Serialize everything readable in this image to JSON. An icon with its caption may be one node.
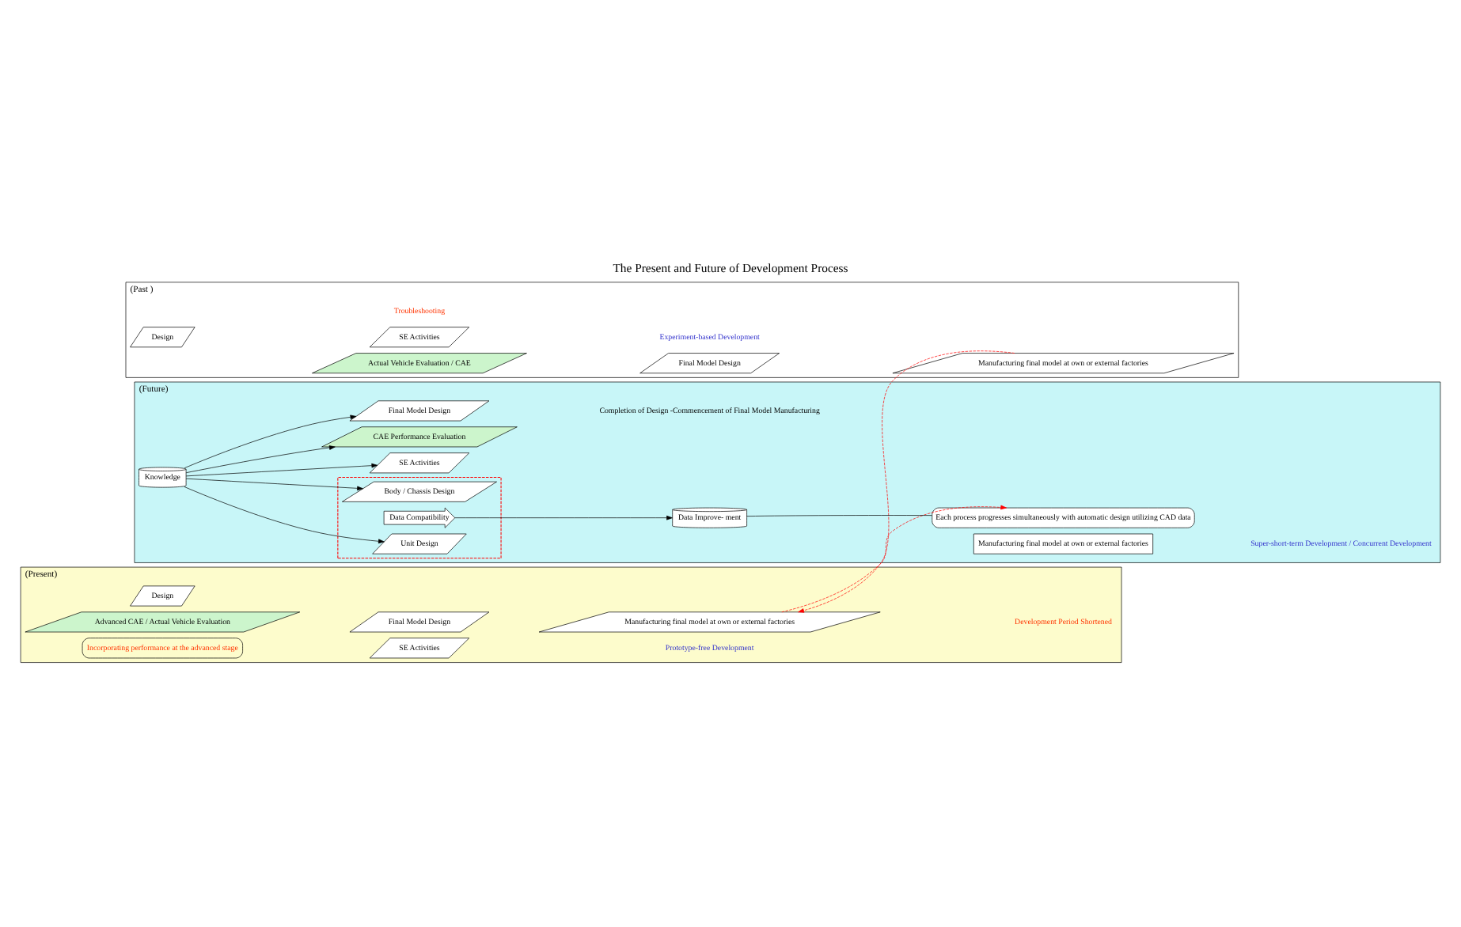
{
  "diagram": {
    "title": "The Present and Future of Development Process",
    "nodes": [
      {
        "text": [
          "(Past )"
        ]
      },
      {
        "text": [
          "Design"
        ],
        "in": 0
      },
      {
        "text": [
          "Actual Vehicle Evaluation / CAE"
        ],
        "in": 0
      },
      {
        "text": [
          "Final Model Design"
        ],
        "in": 0
      },
      {
        "text": [
          "Manufacturing final model at own or external factories"
        ],
        "in": 0
      },
      {
        "text": [
          "SE Activities"
        ],
        "in": 0
      },
      {
        "text": [
          "(Present)"
        ]
      },
      {
        "text": [
          "Design"
        ],
        "in": 6
      },
      {
        "text": [
          "Advanced CAE / Actual Vehicle Evaluation"
        ],
        "in": 6
      },
      {
        "text": [
          "Final Model Design"
        ],
        "in": 6
      },
      {
        "text": [
          "Manufacturing final model at own or external factories"
        ],
        "in": 6
      },
      {
        "text": [
          "Incorporating performance at the advanced stage"
        ],
        "in": 6
      },
      {
        "text": [
          "SE Activities"
        ],
        "in": 6
      },
      {
        "text": [
          "(Future)"
        ]
      },
      {
        "text": [],
        "shape": "box",
        "in": 13
      },
      {
        "text": [
          "Body / Chassis Design"
        ],
        "in": 14
      },
      {
        "text": [
          "Data Compatibility"
        ],
        "in": 14
      },
      {
        "text": [
          "Unit Design"
        ],
        "in": 14
      },
      {
        "text": [
          "Data Improve- ment"
        ],
        "in": 13
      },
      {
        "text": [
          "Manufacturing final model at own or external factories"
        ],
        "in": 13
      },
      {
        "text": [
          "Each process progresses simultaneously with automatic design utilizing CAD data"
        ],
        "in": 13
      },
      {
        "text": [
          "Knowledge"
        ],
        "in": 13
      },
      {
        "text": [
          "SE Activities"
        ],
        "in": 13
      },
      {
        "text": [
          "CAE Performance Evaluation"
        ],
        "in": 13
      },
      {
        "text": [
          "Final Model Design"
        ],
        "in": 13
      }
    ],
    "edges": [
      {
        "from": 4,
        "to": 10,
        "arrow": "to",
        "style": "dashed",
        "color": "#ff0000"
      },
      {
        "from": 10,
        "to": 20,
        "arrow": "to",
        "style": "dashed",
        "color": "#ff0000"
      },
      {
        "from": 21,
        "to": 15,
        "arrow": "to"
      },
      {
        "from": 21,
        "to": 17,
        "arrow": "to"
      },
      {
        "from": 21,
        "to": 22,
        "arrow": "to"
      },
      {
        "from": 21,
        "to": 23,
        "arrow": "to"
      },
      {
        "from": 21,
        "to": 24,
        "arrow": "to"
      },
      {
        "from": 16,
        "to": 18,
        "arrow": "to"
      },
      {
        "from": 20,
        "to": 18,
        "arrow": "none"
      }
    ],
    "labels": [
      "Troubleshooting",
      "Experiment-based Development",
      "Prototype-free Development",
      "Development Period Shortened",
      "Super-short-term Development / Concurrent Development",
      "Completion of Design -Commencement of Final Model Manufacturing"
    ]
  }
}
